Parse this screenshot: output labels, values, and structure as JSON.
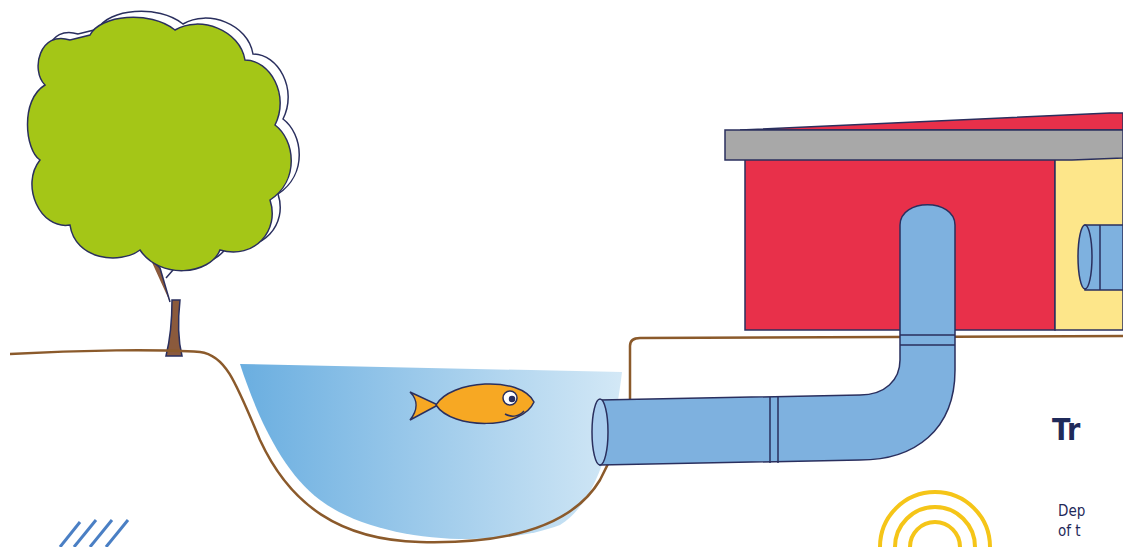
{
  "diagram": {
    "title": "Tr",
    "labels": [
      "Dep",
      "of t"
    ]
  }
}
